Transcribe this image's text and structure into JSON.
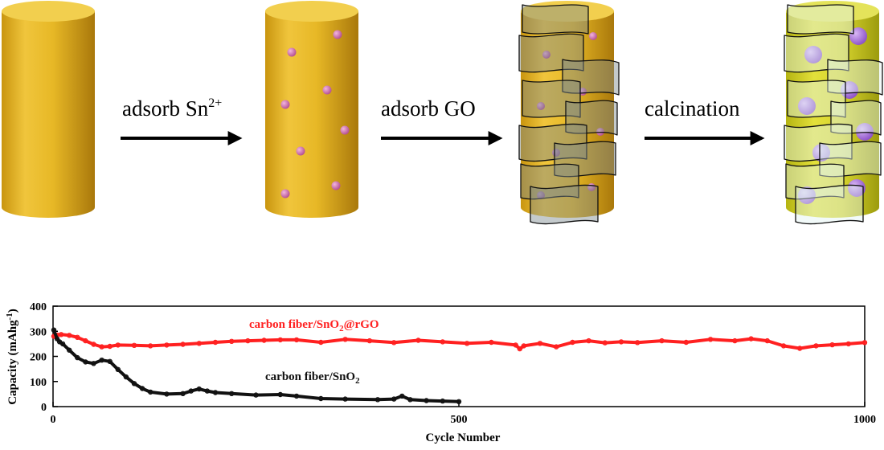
{
  "process": {
    "steps": [
      {
        "label": "adsorb Sn",
        "sup": "2+"
      },
      {
        "label": "adsorb GO",
        "sup": ""
      },
      {
        "label": "calcination",
        "sup": ""
      }
    ],
    "colors": {
      "fiber": "#e8bd2a",
      "fiber_final": "#d8d830",
      "sn_particle": "#d86fb0",
      "sno2_particle": "#a36bd8",
      "go_sheet": "#7a8a95",
      "rgo_sheet": "#d8ecef",
      "arrow": "#000000"
    }
  },
  "chart_data": {
    "type": "scatter",
    "xlabel": "Cycle Number",
    "ylabel": "Capacity (mAhg",
    "ylabel_sup": "-1",
    "ylabel_tail": ")",
    "xlim": [
      0,
      1000
    ],
    "ylim": [
      0,
      400
    ],
    "xticks": [
      0,
      500,
      1000
    ],
    "yticks": [
      0,
      100,
      200,
      300,
      400
    ],
    "series": [
      {
        "name": "carbon fiber/SnO",
        "name_sub": "2",
        "name_tail": "@rGO",
        "color": "#ff2020",
        "x": [
          1,
          5,
          10,
          20,
          30,
          40,
          50,
          60,
          70,
          80,
          100,
          120,
          140,
          160,
          180,
          200,
          220,
          240,
          260,
          280,
          300,
          330,
          360,
          390,
          420,
          450,
          480,
          510,
          540,
          570,
          575,
          580,
          600,
          620,
          640,
          660,
          680,
          700,
          720,
          750,
          780,
          810,
          840,
          860,
          880,
          900,
          920,
          940,
          960,
          980,
          1000
        ],
        "y": [
          280,
          285,
          287,
          284,
          276,
          262,
          248,
          238,
          240,
          245,
          244,
          242,
          245,
          248,
          252,
          256,
          260,
          262,
          264,
          266,
          266,
          256,
          268,
          262,
          255,
          264,
          258,
          252,
          256,
          245,
          230,
          242,
          252,
          238,
          256,
          262,
          254,
          258,
          255,
          262,
          256,
          268,
          262,
          270,
          262,
          242,
          232,
          242,
          246,
          250,
          255
        ]
      },
      {
        "name": "carbon fiber/SnO",
        "name_sub": "2",
        "name_tail": "",
        "color": "#111111",
        "x": [
          1,
          5,
          8,
          12,
          20,
          30,
          40,
          50,
          60,
          70,
          80,
          90,
          100,
          110,
          120,
          140,
          160,
          170,
          180,
          190,
          200,
          220,
          250,
          280,
          300,
          330,
          360,
          400,
          420,
          430,
          440,
          460,
          480,
          500
        ],
        "y": [
          305,
          270,
          258,
          250,
          225,
          195,
          178,
          172,
          185,
          180,
          148,
          118,
          92,
          72,
          58,
          50,
          52,
          62,
          70,
          62,
          56,
          52,
          46,
          48,
          42,
          32,
          30,
          28,
          30,
          42,
          28,
          24,
          22,
          20
        ]
      }
    ]
  }
}
